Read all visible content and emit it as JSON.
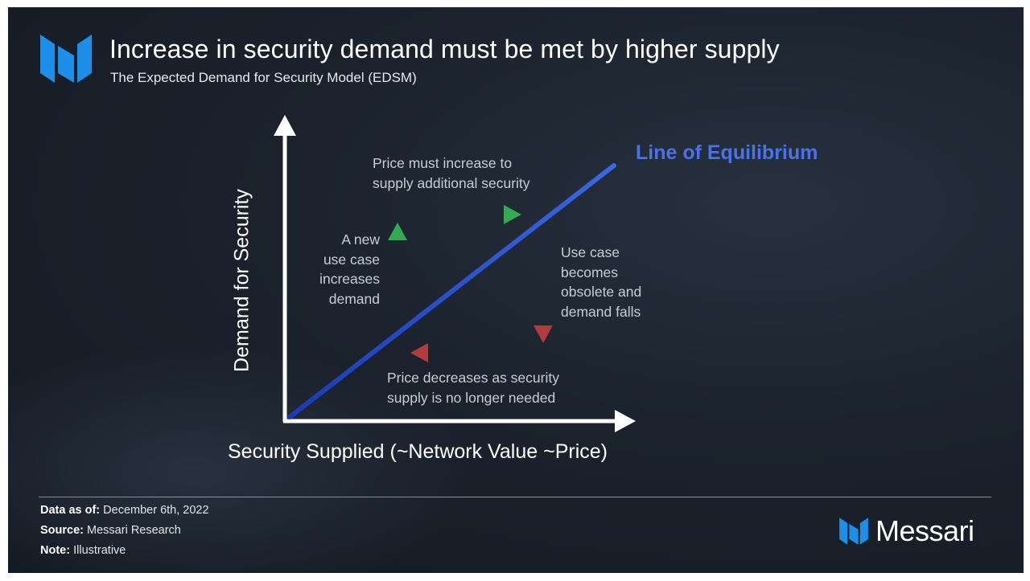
{
  "header": {
    "title": "Increase in security demand must be met by higher supply",
    "subtitle": "The Expected Demand for Security Model (EDSM)"
  },
  "diagram": {
    "y_axis_label": "Demand for Security",
    "x_axis_label": "Security Supplied (~Network Value ~Price)",
    "equilibrium_label": "Line of Equilibrium",
    "annotations": {
      "demand_increase": [
        "A new",
        "use case",
        "increases",
        "demand"
      ],
      "price_increase": [
        "Price must increase to",
        "supply additional security"
      ],
      "demand_falls": [
        "Use case",
        "becomes",
        "obsolete and",
        "demand falls"
      ],
      "price_decrease": [
        "Price decreases as security",
        "supply is no longer needed"
      ]
    },
    "colors": {
      "axis": "#ffffff",
      "equilibrium_line": "#2f5bd6",
      "equilibrium_label": "#4a73ea",
      "increase_arrow": "#2e9a4c",
      "decrease_arrow": "#a63a3a",
      "annotation_text": "#c9cdd3"
    }
  },
  "footer": {
    "data_as_of_label": "Data as of:",
    "data_as_of_value": "December 6th, 2022",
    "source_label": "Source:",
    "source_value": "Messari Research",
    "note_label": "Note:",
    "note_value": "Illustrative",
    "brand": "Messari"
  }
}
